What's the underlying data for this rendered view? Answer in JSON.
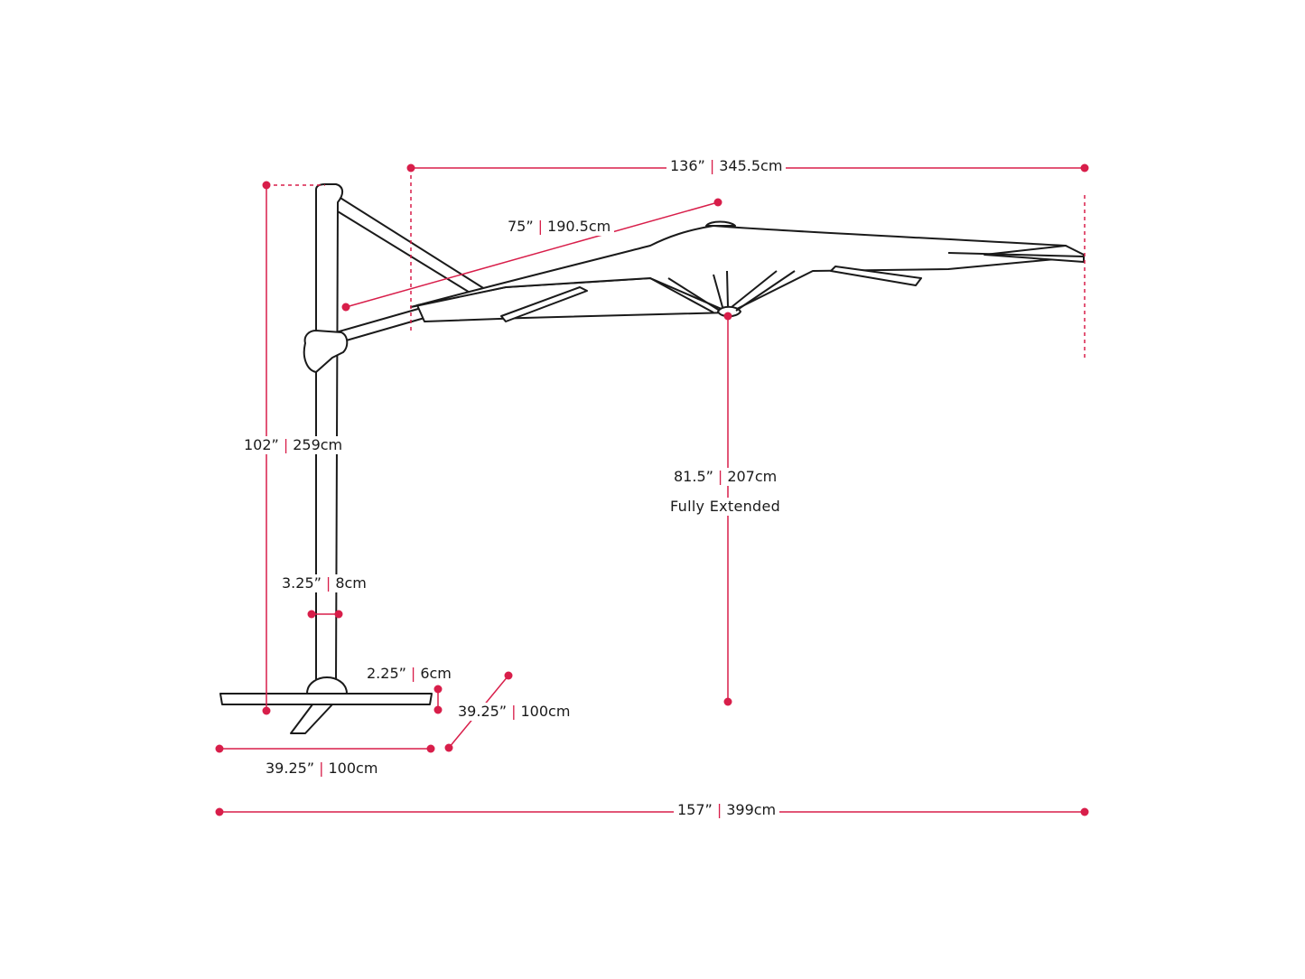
{
  "colors": {
    "dimension": "#d81e4a",
    "outline": "#1a1a1a",
    "background": "#ffffff"
  },
  "dimensions": {
    "total_width": {
      "imperial": "157”",
      "metric": "399cm"
    },
    "canopy_width": {
      "imperial": "136”",
      "metric": "345.5cm"
    },
    "canopy_radius": {
      "imperial": "75”",
      "metric": "190.5cm"
    },
    "pole_height": {
      "imperial": "102”",
      "metric": "259cm"
    },
    "clearance_height": {
      "imperial": "81.5”",
      "metric": "207cm",
      "note": "Fully Extended"
    },
    "pole_diameter": {
      "imperial": "3.25”",
      "metric": "8cm"
    },
    "base_height": {
      "imperial": "2.25”",
      "metric": "6cm"
    },
    "base_depth": {
      "imperial": "39.25”",
      "metric": "100cm"
    },
    "base_width": {
      "imperial": "39.25”",
      "metric": "100cm"
    }
  }
}
